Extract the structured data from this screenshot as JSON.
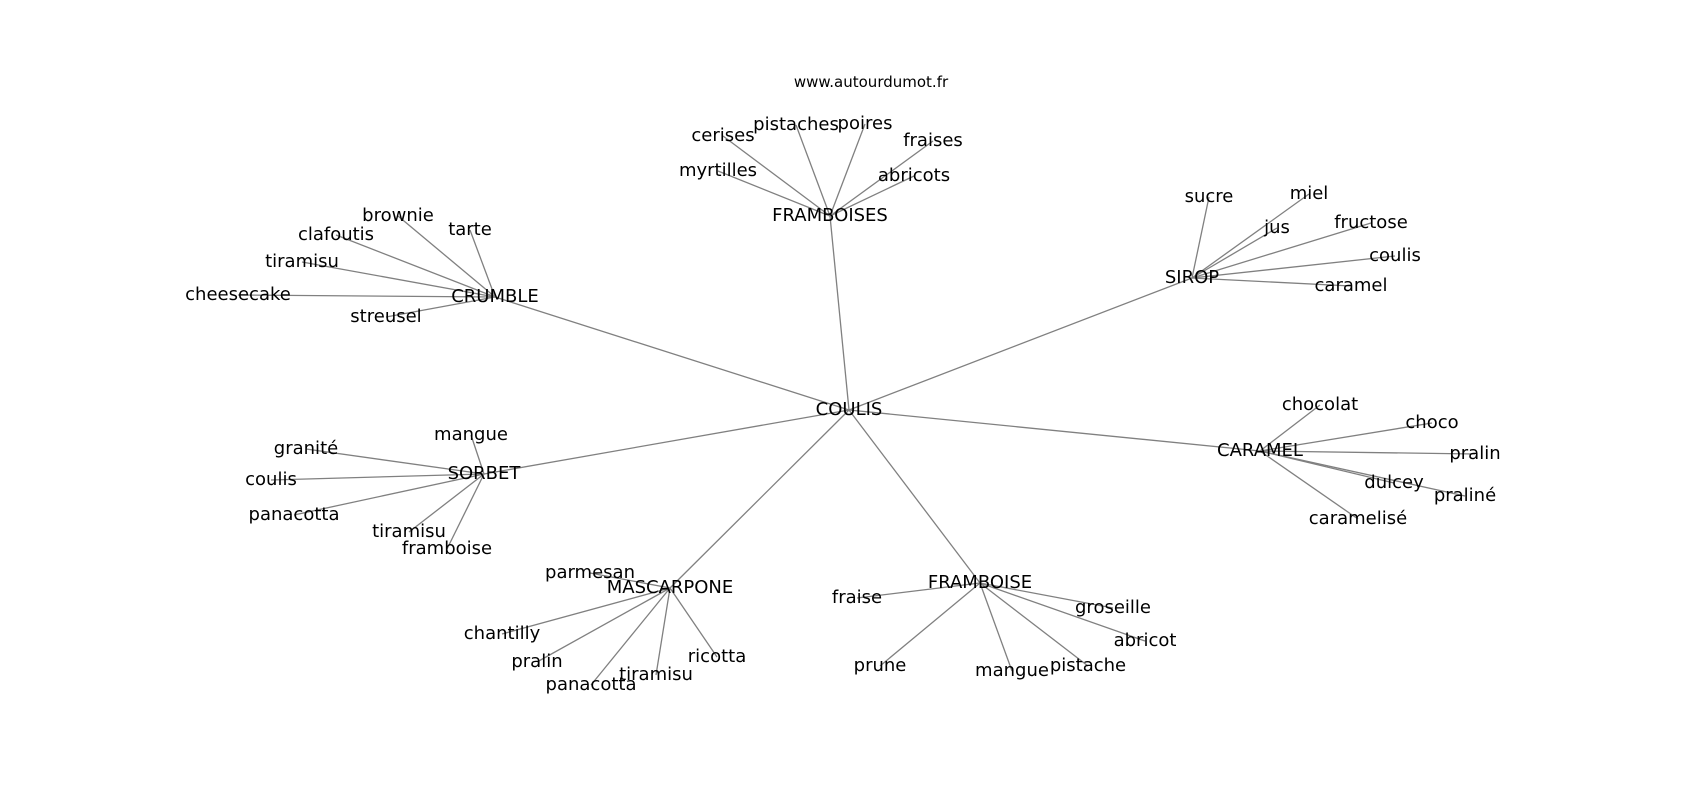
{
  "site": "www.autourdumot.fr",
  "colors": {
    "edge": "#808080",
    "text": "#000000",
    "background": "#ffffff"
  },
  "graph": {
    "center": "COULIS",
    "clusters": [
      {
        "hub": "FRAMBOISES",
        "leaves": [
          "cerises",
          "pistaches",
          "poires",
          "fraises",
          "myrtilles",
          "abricots"
        ]
      },
      {
        "hub": "SIROP",
        "leaves": [
          "sucre",
          "miel",
          "jus",
          "fructose",
          "coulis",
          "caramel"
        ]
      },
      {
        "hub": "CRUMBLE",
        "leaves": [
          "brownie",
          "tarte",
          "clafoutis",
          "tiramisu",
          "cheesecake",
          "streusel"
        ]
      },
      {
        "hub": "CARAMEL",
        "leaves": [
          "chocolat",
          "choco",
          "pralin",
          "dulcey",
          "praliné",
          "caramelisé"
        ]
      },
      {
        "hub": "SORBET",
        "leaves": [
          "mangue",
          "granité",
          "coulis",
          "panacotta",
          "tiramisu",
          "framboise"
        ]
      },
      {
        "hub": "MASCARPONE",
        "leaves": [
          "parmesan",
          "chantilly",
          "pralin",
          "panacotta",
          "tiramisu",
          "ricotta"
        ]
      },
      {
        "hub": "FRAMBOISE",
        "leaves": [
          "fraise",
          "groseille",
          "abricot",
          "prune",
          "mangue",
          "pistache"
        ]
      }
    ]
  }
}
